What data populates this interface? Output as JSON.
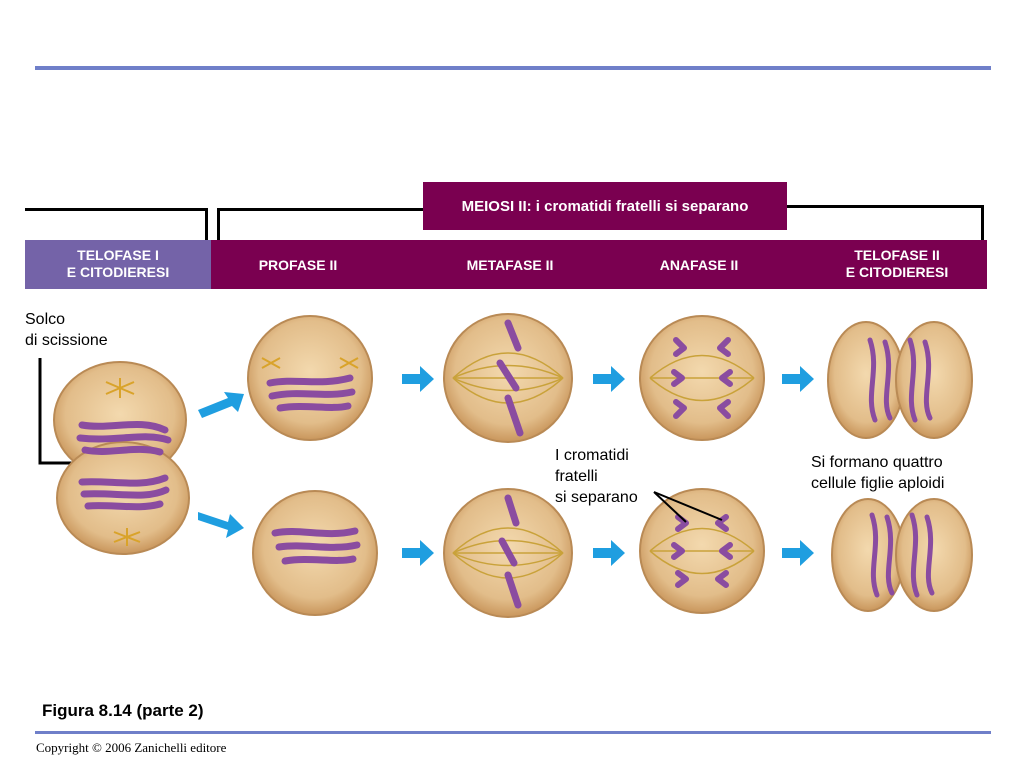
{
  "header": {
    "meiosi_title": "MEIOSI II: i cromatidi fratelli si separano"
  },
  "phases": {
    "telofase1_line1": "TELOFASE I",
    "telofase1_line2": "E CITODIERESI",
    "profase2": "PROFASE II",
    "metafase2": "METAFASE II",
    "anafase2": "ANAFASE II",
    "telofase2_line1": "TELOFASE II",
    "telofase2_line2": "E CITODIERESI"
  },
  "labels": {
    "solco_line1": "Solco",
    "solco_line2": "di scissione",
    "cromatidi_line1": "I cromatidi",
    "cromatidi_line2": "fratelli",
    "cromatidi_line3": "si separano",
    "quattro_line1": "Si formano quattro",
    "quattro_line2": "cellule figlie aploidi"
  },
  "caption": "Figura 8.14 (parte 2)",
  "copyright": "Copyright © 2006 Zanichelli editore",
  "colors": {
    "accent_line": "#6f7fc9",
    "meiosi_bar": "#7a0050",
    "telofase1_bar": "#7463a8",
    "cell_fill": "#e2bd8a",
    "chromosome": "#8a4ca0",
    "arrow": "#1f9ee0"
  }
}
